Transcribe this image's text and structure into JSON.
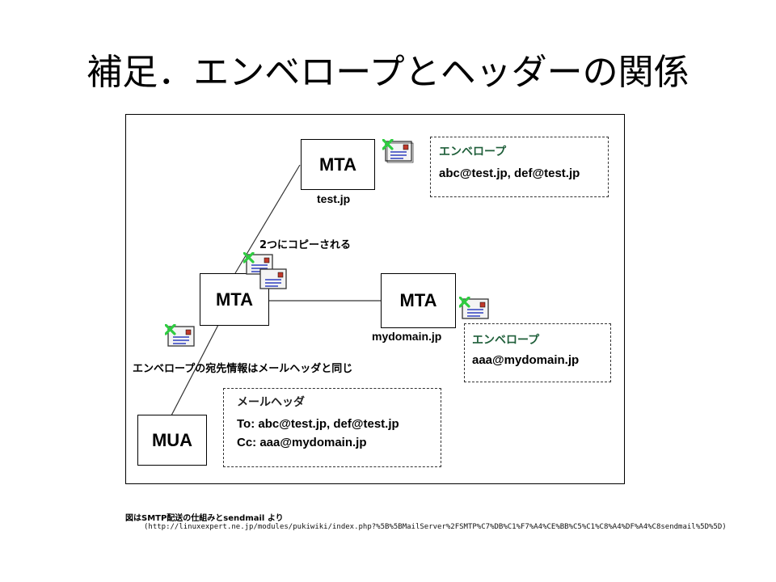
{
  "slide": {
    "title": "補足．エンベロープとヘッダーの関係"
  },
  "diagram": {
    "nodes": {
      "mta_top": "MTA",
      "mta_middle": "MTA",
      "mta_right": "MTA",
      "mua": "MUA"
    },
    "node_labels": {
      "test": "test.jp",
      "mydomain": "mydomain.jp"
    },
    "notes": {
      "copy": "2つにコピーされる",
      "same": "エンベロープの宛先情報はメールヘッダと同じ"
    },
    "envelope_top": {
      "title": "エンベロープ",
      "text": "abc@test.jp, def@test.jp"
    },
    "envelope_right": {
      "title": "エンベロープ",
      "text": "aaa@mydomain.jp"
    },
    "mail_header": {
      "title": "メールヘッダ",
      "to": "To: abc@test.jp, def@test.jp",
      "cc": "Cc: aaa@mydomain.jp"
    },
    "colors": {
      "envelope_title": "#1f5f3a",
      "mail_stamp": "#c0392b",
      "mail_lines": "#2f3fbf",
      "check": "#2ecc40"
    },
    "icons": [
      "mail-envelope-icon",
      "green-x-mark-icon"
    ]
  },
  "caption": {
    "source": "図はSMTP配送の仕組みとsendmail より",
    "url": "(http://linuxexpert.ne.jp/modules/pukiwiki/index.php?%5B%5BMailServer%2FSMTP%C7%DB%C1%F7%A4%CE%BB%C5%C1%C8%A4%DF%A4%C8sendmail%5D%5D)"
  }
}
